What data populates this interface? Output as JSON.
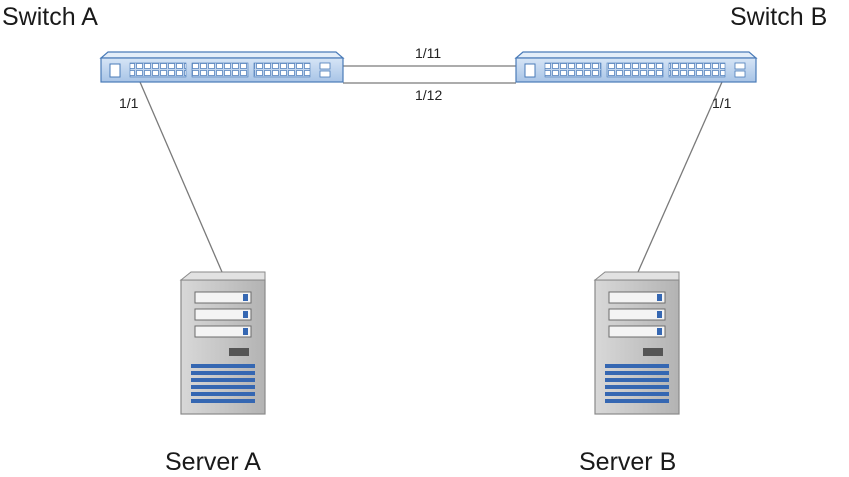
{
  "switch_a": {
    "label": "Switch A",
    "port": "1/1"
  },
  "switch_b": {
    "label": "Switch B",
    "port": "1/1"
  },
  "trunk_links": [
    {
      "label": "1/11"
    },
    {
      "label": "1/12"
    }
  ],
  "server_a": {
    "label": "Server A"
  },
  "server_b": {
    "label": "Server B"
  },
  "colors": {
    "switch_body": "#b9d2ee",
    "switch_border": "#4a7bb8",
    "server_body": "#c4c4c4",
    "server_border": "#8a8a8a",
    "server_grille": "#3567b2",
    "link_line": "#7a7a7a"
  }
}
